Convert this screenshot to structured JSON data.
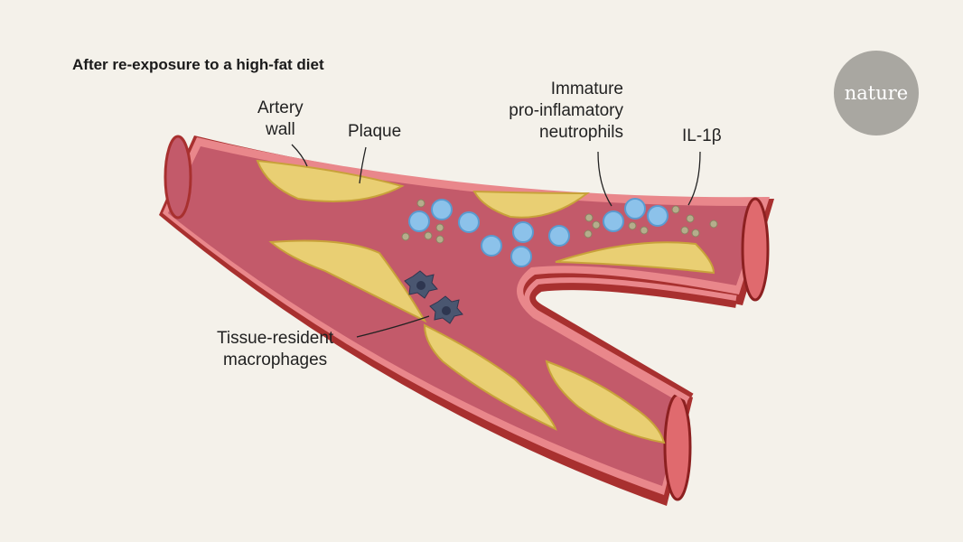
{
  "title": "After re-exposure to a high-fat diet",
  "logo": "nature",
  "labels": {
    "artery_wall_line1": "Artery",
    "artery_wall_line2": "wall",
    "plaque": "Plaque",
    "neutrophils_line1": "Immature",
    "neutrophils_line2": "pro-inflamatory",
    "neutrophils_line3": "neutrophils",
    "il1b": "IL-1β",
    "macrophages_line1": "Tissue-resident",
    "macrophages_line2": "macrophages"
  },
  "colors": {
    "background": "#f4f1ea",
    "lumen": "#c35a6a",
    "wall": "#e9878b",
    "outer_wall": "#a8302f",
    "plaque": "#e9cf73",
    "neutrophil": "#8cc2ea",
    "macrophage": "#4a5670",
    "il1b": "#b5ad8c"
  }
}
